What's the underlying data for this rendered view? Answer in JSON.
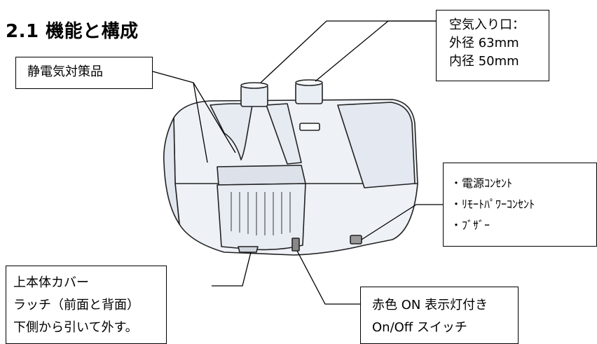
{
  "heading": "2.1 機能と構成",
  "callouts": {
    "air_inlet": [
      "空気入り口：",
      "外径 63mm",
      "内径 50mm"
    ],
    "antistatic": [
      "静電気対策品"
    ],
    "rear_panel": [
      "・電源ｺﾝｾﾝﾄ",
      "・ﾘﾓｰﾄﾊﾟﾜｰｺﾝｾﾝﾄ",
      "・ﾌﾞｻﾞｰ"
    ],
    "cover_latch": [
      "上本体カバー",
      "ラッチ（前面と背面）",
      "下側から引いて外す。"
    ],
    "power_switch": [
      "赤色 ON 表示灯付き",
      "On/Off スイッチ"
    ]
  }
}
